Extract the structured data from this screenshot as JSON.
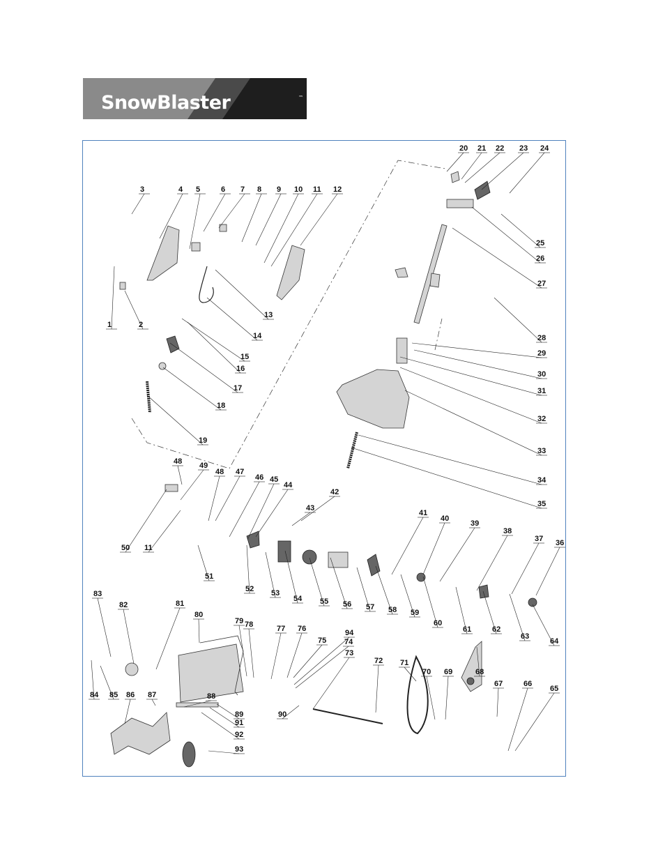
{
  "logo": {
    "text": "SnowBlaster",
    "trademark": "™",
    "bg_color": "#8a8a8a",
    "light_color": "#c8c8c8"
  },
  "diagram": {
    "frame_color": "#4f81bd",
    "part_numbers": [
      "1",
      "2",
      "3",
      "4",
      "5",
      "6",
      "7",
      "8",
      "9",
      "10",
      "11",
      "12",
      "13",
      "14",
      "15",
      "16",
      "17",
      "18",
      "19",
      "20",
      "21",
      "22",
      "23",
      "24",
      "25",
      "26",
      "27",
      "28",
      "29",
      "30",
      "31",
      "32",
      "33",
      "34",
      "35",
      "36",
      "37",
      "38",
      "39",
      "40",
      "41",
      "42",
      "43",
      "44",
      "45",
      "46",
      "47",
      "48",
      "48",
      "49",
      "50",
      "11",
      "51",
      "52",
      "53",
      "54",
      "55",
      "56",
      "57",
      "58",
      "59",
      "60",
      "61",
      "62",
      "63",
      "64",
      "65",
      "66",
      "67",
      "68",
      "69",
      "70",
      "71",
      "72",
      "73",
      "74",
      "94",
      "75",
      "76",
      "77",
      "78",
      "79",
      "80",
      "81",
      "82",
      "83",
      "84",
      "85",
      "86",
      "87",
      "88",
      "89",
      "90",
      "91",
      "92",
      "93"
    ]
  }
}
